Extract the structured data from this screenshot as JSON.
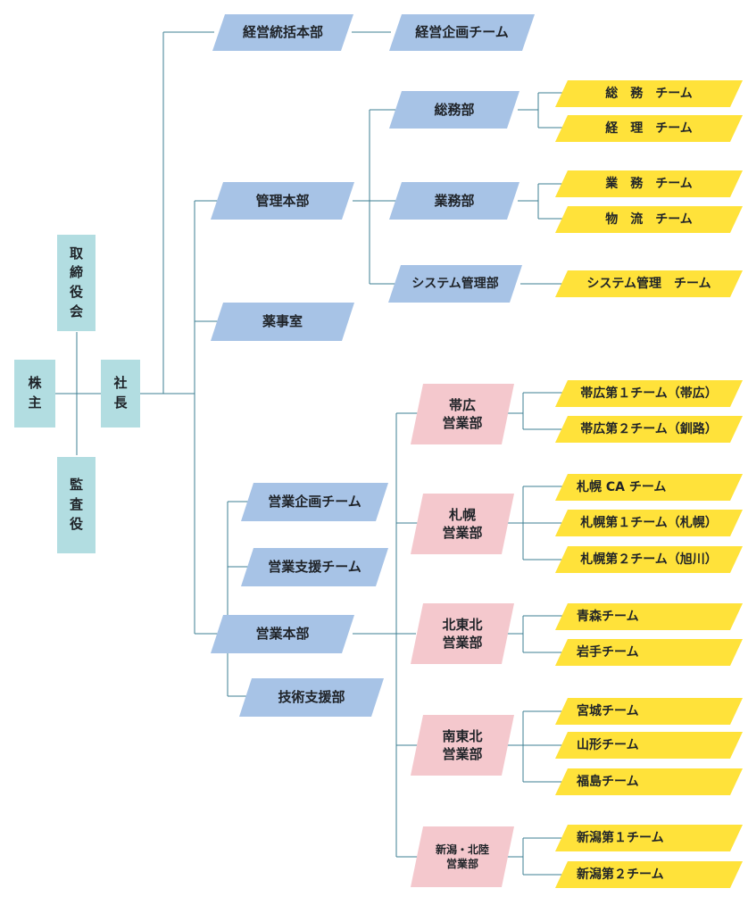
{
  "top": {
    "shareholders": "株\n主",
    "board": "取\n締\n役\n会",
    "auditor": "監\n査\n役",
    "president": "社\n長"
  },
  "divisions": {
    "management_hq": "経営統括本部",
    "management_planning_team": "経営企画チーム",
    "admin_hq": "管理本部",
    "general_affairs": "総務部",
    "general_affairs_team": "総　務　チーム",
    "accounting_team": "経　理　チーム",
    "operations": "業務部",
    "operations_team": "業　務　チーム",
    "logistics_team": "物　流　チーム",
    "system_mgmt": "システム管理部",
    "system_mgmt_team": "システム管理　チーム",
    "pharmacy_office": "薬事室",
    "sales_planning_team": "営業企画チーム",
    "sales_support_team": "営業支援チーム",
    "sales_hq": "営業本部",
    "tech_support": "技術支援部"
  },
  "sales_offices": [
    {
      "name": "帯広\n営業部",
      "teams": [
        "帯広第１チーム（帯広）",
        "帯広第２チーム（釧路）"
      ]
    },
    {
      "name": "札幌\n営業部",
      "teams": [
        "札幌 CA チーム",
        "札幌第１チーム（札幌）",
        "札幌第２チーム（旭川）"
      ]
    },
    {
      "name": "北東北\n営業部",
      "teams": [
        "青森チーム",
        "岩手チーム"
      ]
    },
    {
      "name": "南東北\n営業部",
      "teams": [
        "宮城チーム",
        "山形チーム",
        "福島チーム"
      ]
    },
    {
      "name": "新潟・北陸\n営業部",
      "teams": [
        "新潟第１チーム",
        "新潟第２チーム"
      ]
    }
  ],
  "colors": {
    "executive": "#b2dde1",
    "department": "#a7c3e6",
    "sales_office": "#f4c8cd",
    "team": "#ffe23a",
    "connector": "#3d7f93"
  }
}
